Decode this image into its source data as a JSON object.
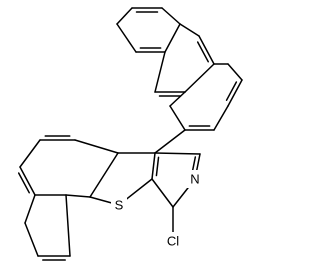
{
  "molecule": {
    "atom_labels": {
      "sulfur": "S",
      "nitrogen": "N",
      "chlorine": "Cl"
    },
    "colors": {
      "background": "#ffffff",
      "bonds": "#000000"
    }
  }
}
